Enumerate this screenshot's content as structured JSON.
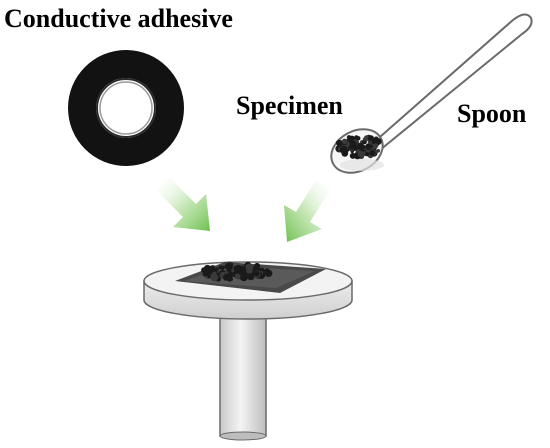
{
  "labels": {
    "adhesive": "Conductive adhesive",
    "specimen": "Specimen",
    "spoon": "Spoon"
  },
  "colors": {
    "tape": "#111111",
    "arrow": "#7dc462",
    "stub_top": "#f0f0f0",
    "stub_side": "#d9d9d9",
    "outline": "#555555",
    "specimen": "#1a1a1a"
  },
  "icons": [
    "adhesive-tape-roll-icon",
    "spoon-icon",
    "sample-stub-icon",
    "arrow-icon"
  ]
}
